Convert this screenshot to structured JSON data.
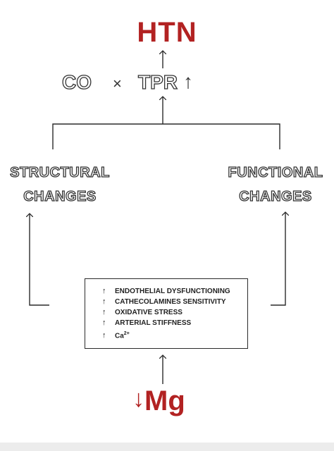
{
  "title": "HTN",
  "formula": {
    "co": "CO",
    "times": "×",
    "tpr": "TPR",
    "tpr_arrow": "↑",
    "up_arrow": "↑"
  },
  "structural": {
    "line1": "STRUCTURAL",
    "line2": "CHANGES"
  },
  "functional": {
    "line1": "FUNCTIONAL",
    "line2": "CHANGES"
  },
  "factors": [
    {
      "arrow": "↑",
      "text": "ENDOTHELIAL DYSFUNCTIONING"
    },
    {
      "arrow": "↑",
      "text": "CATHECOLAMINES SENSITIVITY"
    },
    {
      "arrow": "↑",
      "text": "OXIDATIVE STRESS"
    },
    {
      "arrow": "↑",
      "text": "ARTERIAL STIFFNESS"
    },
    {
      "arrow": "↑",
      "text": "Ca",
      "sup": "2+"
    }
  ],
  "mg": {
    "arrow": "↓",
    "text": "Mg"
  },
  "colors": {
    "accent": "#b22222",
    "ink": "#2a2a2a"
  }
}
